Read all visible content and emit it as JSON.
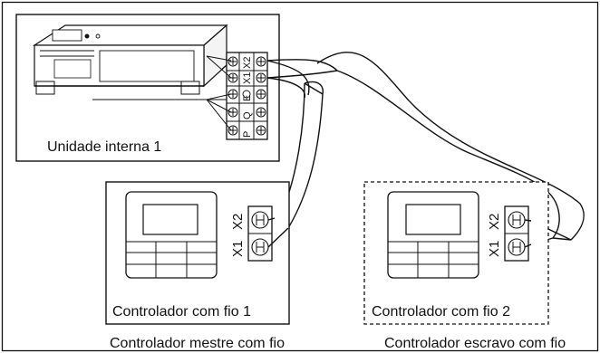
{
  "indoor_unit": {
    "label": "Unidade interna 1",
    "terminals_top": [
      "X1",
      "X2"
    ],
    "terminals_bottom": [
      "P",
      "Q",
      "E"
    ]
  },
  "master_controller": {
    "label": "Controlador com fio 1",
    "caption": "Controlador mestre com fio",
    "terminals": [
      "X1",
      "X2"
    ]
  },
  "slave_controller": {
    "label": "Controlador com fio 2",
    "caption": "Controlador escravo com fio",
    "terminals": [
      "X1",
      "X2"
    ]
  },
  "colors": {
    "line": "#111111",
    "background": "#ffffff"
  }
}
